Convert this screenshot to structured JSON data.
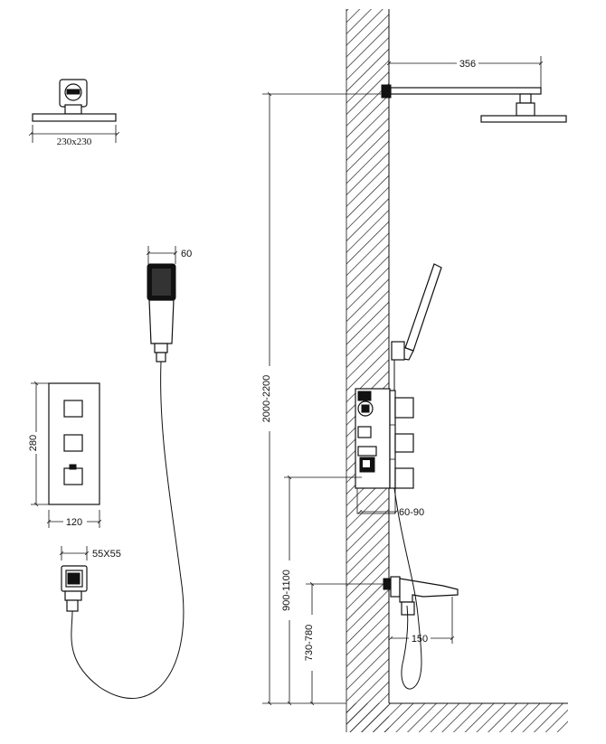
{
  "dimensions": {
    "head_size": "230x230",
    "handshower_width": "60",
    "panel_height": "280",
    "panel_width": "120",
    "holder_size": "55X55",
    "arm_length": "356",
    "total_height": "2000-2200",
    "wall_offset": "60-90",
    "valve_height": "900-1100",
    "spout_height": "730-780",
    "spout_length": "150"
  }
}
